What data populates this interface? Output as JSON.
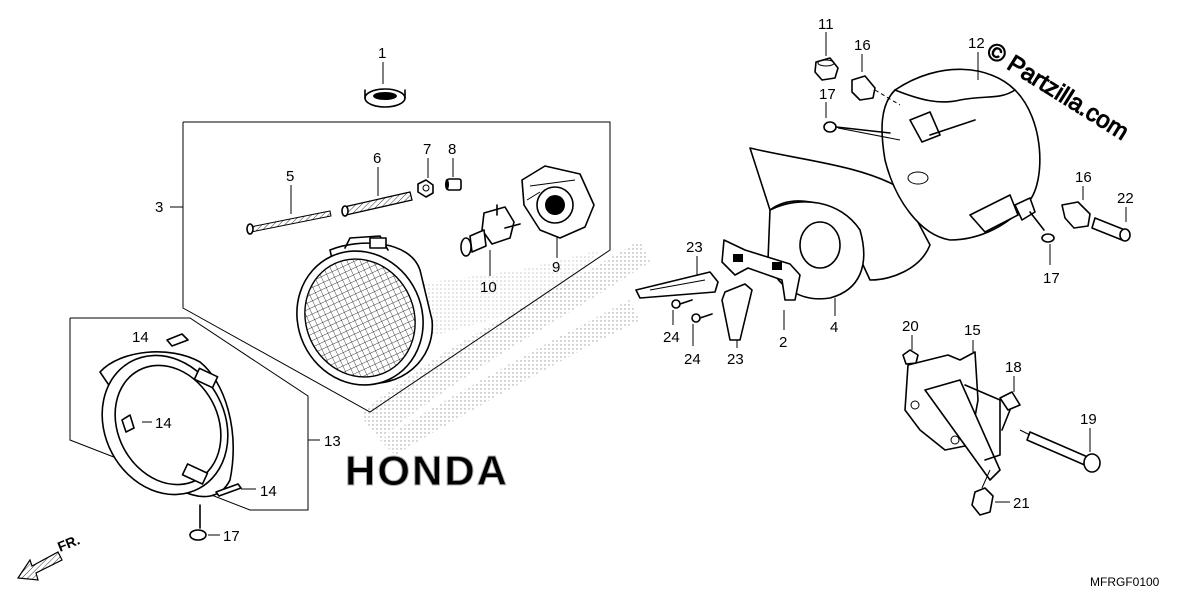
{
  "diagram": {
    "code": "MFRGF0100",
    "watermark": "© Partzilla.com",
    "brand_watermark": "HONDA",
    "front_marker": "FR."
  },
  "callouts": {
    "c1": "1",
    "c2": "2",
    "c3": "3",
    "c4": "4",
    "c5": "5",
    "c6": "6",
    "c7": "7",
    "c8": "8",
    "c9": "9",
    "c10": "10",
    "c11": "11",
    "c12": "12",
    "c13": "13",
    "c14a": "14",
    "c14b": "14",
    "c14c": "14",
    "c15": "15",
    "c16a": "16",
    "c16b": "16",
    "c17a": "17",
    "c17b": "17",
    "c17c": "17",
    "c18": "18",
    "c19": "19",
    "c20": "20",
    "c21": "21",
    "c22": "22",
    "c23a": "23",
    "c23b": "23",
    "c24a": "24",
    "c24b": "24"
  },
  "icons": {
    "front_arrow": "front-arrow-icon",
    "copyright": "copyright-icon"
  }
}
